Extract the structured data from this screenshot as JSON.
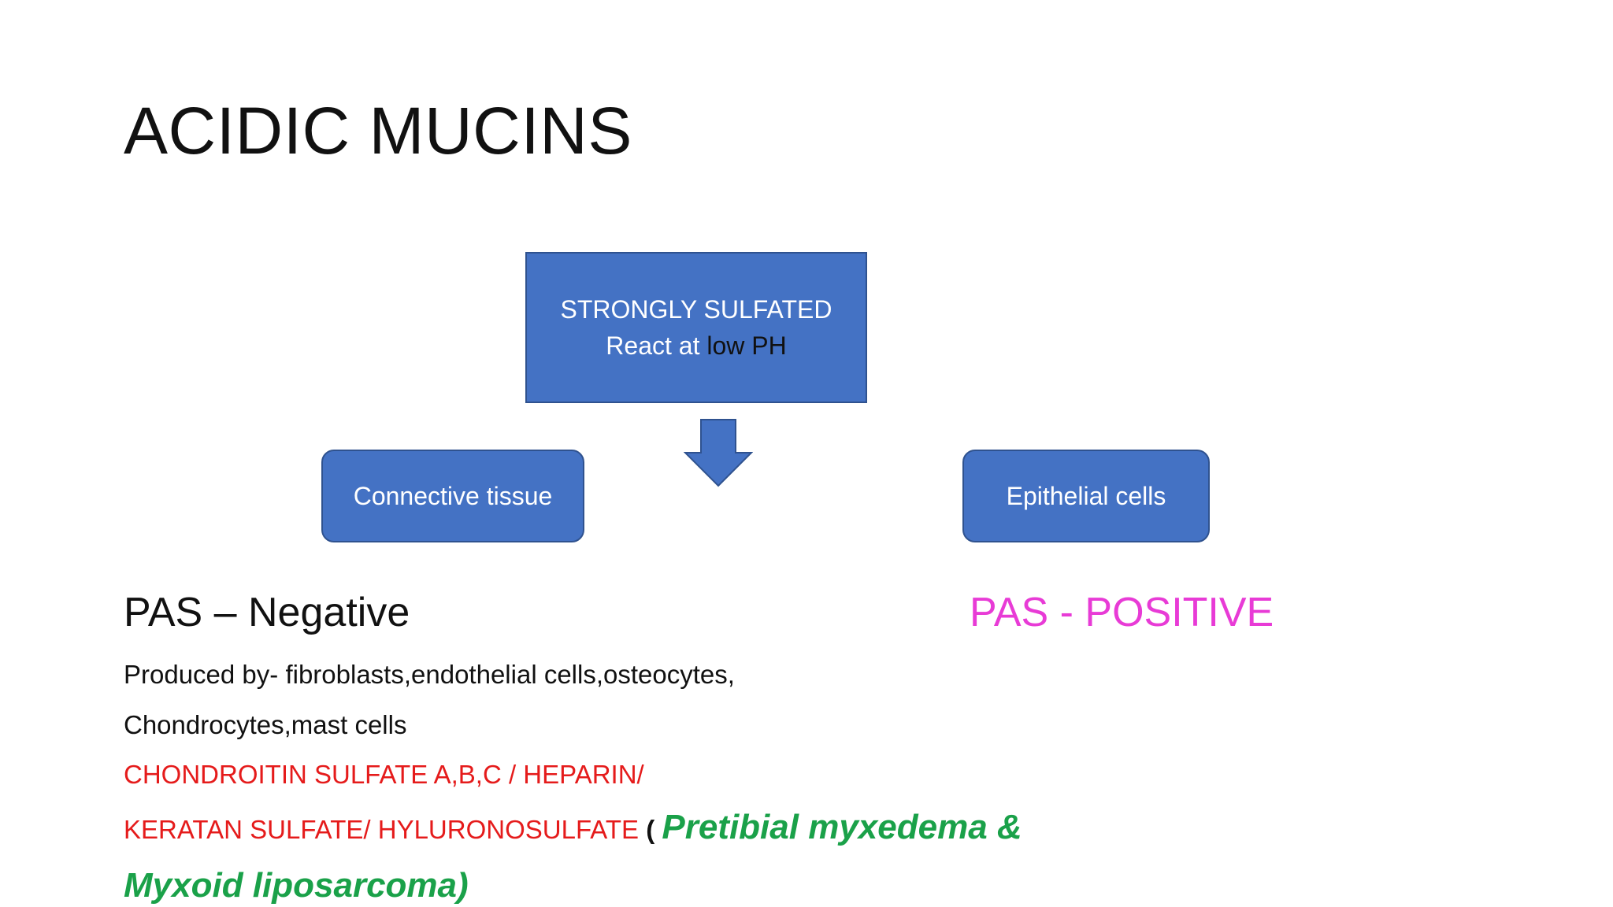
{
  "title": "ACIDIC MUCINS",
  "diagram": {
    "top_box": {
      "line1": "STRONGLY SULFATED",
      "line2_part1": "React at ",
      "line2_part2": "low PH"
    },
    "left_box": "Connective tissue",
    "right_box": "Epithelial cells",
    "colors": {
      "box_fill": "#4472c4",
      "box_border": "#2f528f"
    }
  },
  "left_section": {
    "heading": "PAS – Negative",
    "produced_by_1": "Produced by- fibroblasts,endothelial cells,osteocytes,",
    "produced_by_2": "Chondrocytes,mast cells",
    "examples_1": "CHONDROITIN SULFATE A,B,C  / HEPARIN/",
    "examples_2": "KERATAN SULFATE/ HYLURONOSULFATE",
    "paren_open": " ( ",
    "disease_1": "Pretibial myxedema &",
    "disease_2": "Myxoid liposarcoma)"
  },
  "right_section": {
    "heading": "PAS - POSITIVE"
  },
  "colors": {
    "pas_positive": "#e83bd6",
    "red_text": "#e51b1b",
    "green_text": "#1aa149"
  }
}
